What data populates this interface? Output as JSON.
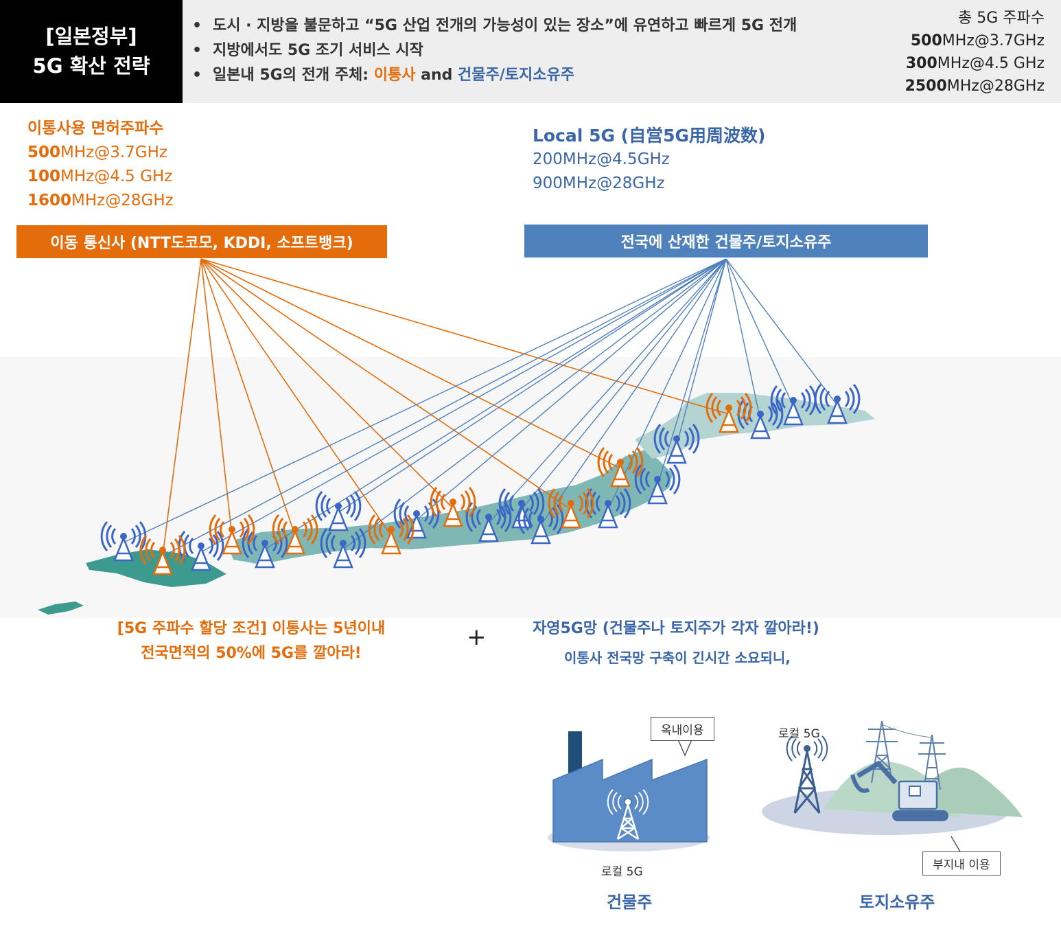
{
  "header": {
    "title_line1": "[일본정부]",
    "title_line2": "5G 확산 전략",
    "bullet1": "도시 · 지방을 불문하고 “5G 산업 전개의 가능성이 있는 장소”에 유연하고 빠르게 5G 전개",
    "bullet2": "지방에서도 5G 조기 서비스 시작",
    "bullet3_prefix": "일본내 5G의 전개 주체: ",
    "bullet3_carrier": "이통사",
    "bullet3_and": " and ",
    "bullet3_owner": "건물주/토지소유주",
    "total_title": "총 5G 주파수",
    "total": [
      {
        "num": "500",
        "unit": "MHz@3.7GHz"
      },
      {
        "num": "300",
        "unit": "MHz@4.5 GHz"
      },
      {
        "num": "2500",
        "unit": "MHz@28GHz"
      }
    ]
  },
  "carrier_freq": {
    "title": "이통사용 면허주파수",
    "items": [
      {
        "num": "500",
        "unit": "MHz@3.7GHz"
      },
      {
        "num": "100",
        "unit": "MHz@4.5 GHz"
      },
      {
        "num": "1600",
        "unit": "MHz@28GHz"
      }
    ]
  },
  "local_freq": {
    "title": "Local 5G (自営5G用周波数)",
    "items": [
      "200MHz@4.5GHz",
      "900MHz@28GHz"
    ]
  },
  "bars": {
    "carrier": "이동 통신사 (NTT도코모, KDDI, 소프트뱅크)",
    "local": "전국에 산재한 건물주/토지소유주"
  },
  "captions": {
    "carrier_line1": "[5G 주파수 할당 조건] 이통사는 5년이내",
    "carrier_line2": "전국면적의 50%에 5G를 깔아라!",
    "plus": "+",
    "local_line1": "자영5G망 (건물주나 토지주가 각자 깔아라!)",
    "local_line2": "이통사 전국망 구축이 긴시간 소요되니,"
  },
  "illustration": {
    "indoor_callout": "옥내이용",
    "local5g_factory": "로컬 5G",
    "local5g_land": "로컬 5G",
    "onsite_callout": "부지내 이용",
    "building_owner": "건물주",
    "land_owner": "토지소유주"
  },
  "colors": {
    "carrier": "#e46c0a",
    "local": "#4f81bd",
    "map": "#7fb7b4",
    "title_bg": "#000000"
  }
}
